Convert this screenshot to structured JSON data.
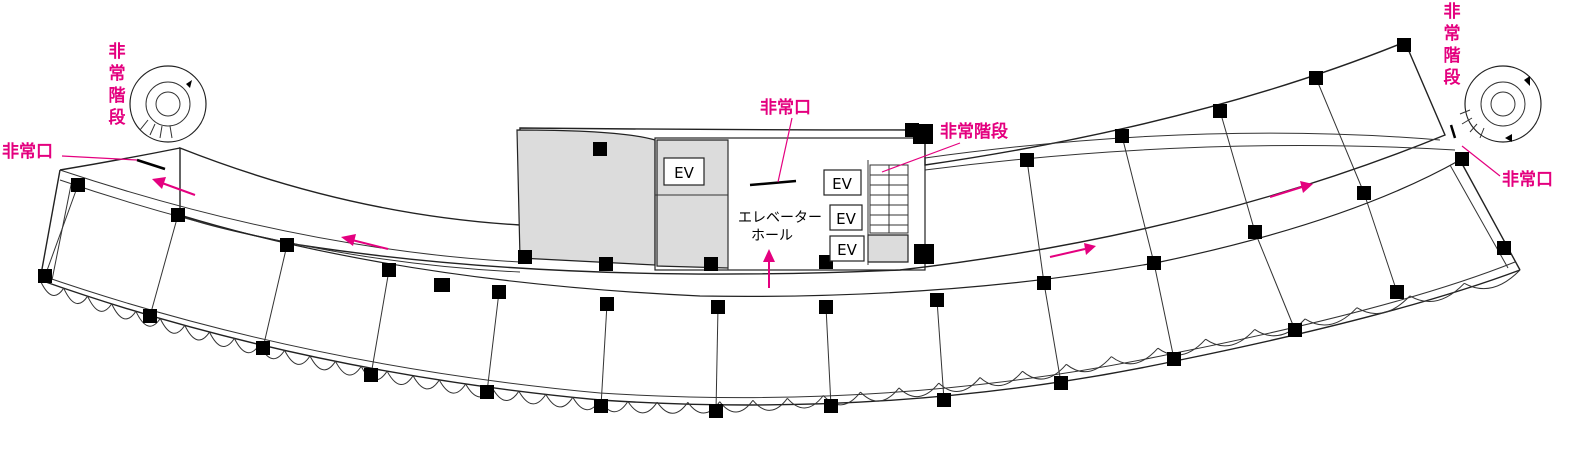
{
  "labels": {
    "emergency_exit": "非常口",
    "emergency_stairs": "非常階段",
    "elevator": "EV",
    "elevator_hall_line1": "エレベーター",
    "elevator_hall_line2": "ホール"
  },
  "colors": {
    "accent": "#e4007f",
    "wall": "#222222",
    "column": "#000000",
    "shaded_area": "#dcdcdc"
  }
}
